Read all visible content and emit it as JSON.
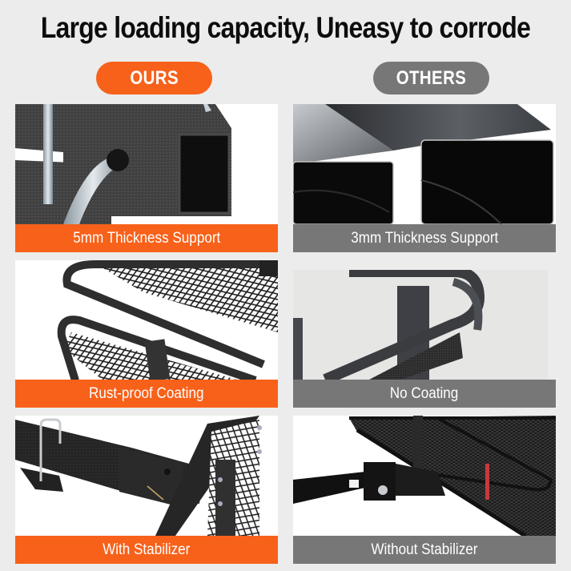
{
  "header": {
    "title": "Large loading capacity, Uneasy to corrode"
  },
  "columns": {
    "ours": {
      "label": "OURS",
      "color": "#f8611a"
    },
    "others": {
      "label": "OTHERS",
      "color": "#777777"
    }
  },
  "rows": [
    {
      "ours": {
        "image": "receiver-tube-close-up",
        "caption": "5mm Thickness Support"
      },
      "others": {
        "image": "thin-steel-tubes",
        "caption": "3mm Thickness Support"
      }
    },
    {
      "ours": {
        "image": "mesh-basket-corner",
        "caption": "Rust-proof Coating"
      },
      "others": {
        "image": "uncoated-rail-corner",
        "caption": "No Coating"
      }
    },
    {
      "ours": {
        "image": "hitch-with-stabilizer",
        "caption": "With Stabilizer"
      },
      "others": {
        "image": "hitch-without-stabilizer",
        "caption": "Without Stabilizer"
      }
    }
  ],
  "colors": {
    "background": "#ececec",
    "title": "#0d0d0d",
    "accent_orange": "#f8611a",
    "neutral_gray": "#777777"
  }
}
